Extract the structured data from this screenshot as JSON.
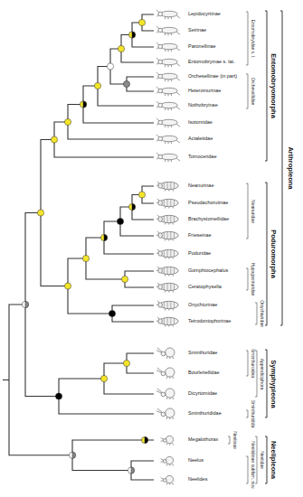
{
  "diagram": {
    "labels": [
      "Lepidocyrtinae",
      "Seirinae",
      "Paronellinae",
      "Entomobryinae s. lat.",
      "Orchesellinae (in part)",
      "Heteromurinae",
      "Nothobryinae",
      "Isotomidae",
      "Actaletidae",
      "Tomoceridae",
      "Neanurinae",
      "Pseudachorutinae",
      "Brachystomellidae",
      "Frieseinae",
      "Poduridae",
      "Gomphiocephalus",
      "Ceratophysella",
      "Onychiurinae",
      "Tetrodontophorinae",
      "Sminthuridae",
      "Bourletiellidae",
      "Dicyrtomidae",
      "Sminthurididae",
      "Megalothorax",
      "Neelus",
      "Neelides",
      "Entomobryidae s. l.",
      "Orchesellidae",
      "Neanuridae",
      "Hypogastruridae",
      "Onychiuridae",
      "Sminthuroidea",
      "Appendiciphora",
      "Sminthuridida",
      "Neelinae",
      "Neelidinae subfam. nov.",
      "Neelidae",
      "Entomobryomorpha",
      "Poduromorpha",
      "Symphypleona",
      "Neelipleona",
      "Arthropleona"
    ]
  }
}
